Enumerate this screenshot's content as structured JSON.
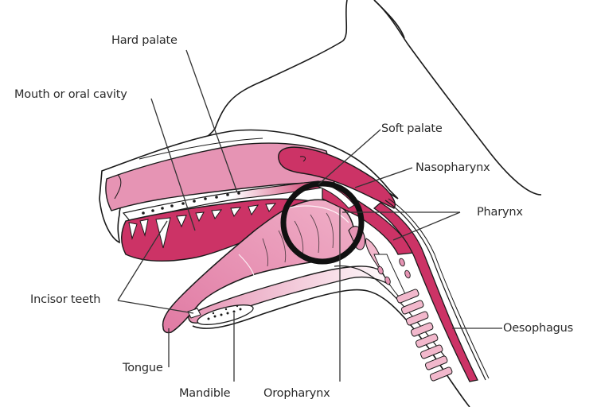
{
  "diagram": {
    "subject": "Dog head and neck cross-section: mouth, pharynx and oesophagus",
    "highlight": {
      "shape": "circle",
      "color": "#111111",
      "target": "oropharynx / soft palate junction"
    },
    "colors": {
      "dark_tissue": "#cc3366",
      "light_tissue": "#e694b4",
      "pale_tissue": "#f2b8cc",
      "outline": "#1a1a1a",
      "leader_line": "#333333"
    },
    "labels": [
      {
        "id": "hard-palate",
        "text": "Hard palate"
      },
      {
        "id": "mouth",
        "text": "Mouth or oral cavity"
      },
      {
        "id": "soft-palate",
        "text": "Soft palate"
      },
      {
        "id": "nasopharynx",
        "text": "Nasopharynx"
      },
      {
        "id": "pharynx",
        "text": "Pharynx"
      },
      {
        "id": "incisor-teeth",
        "text": "Incisor teeth"
      },
      {
        "id": "oesophagus",
        "text": "Oesophagus"
      },
      {
        "id": "tongue",
        "text": "Tongue"
      },
      {
        "id": "mandible",
        "text": "Mandible"
      },
      {
        "id": "oropharynx",
        "text": "Oropharynx"
      }
    ]
  }
}
